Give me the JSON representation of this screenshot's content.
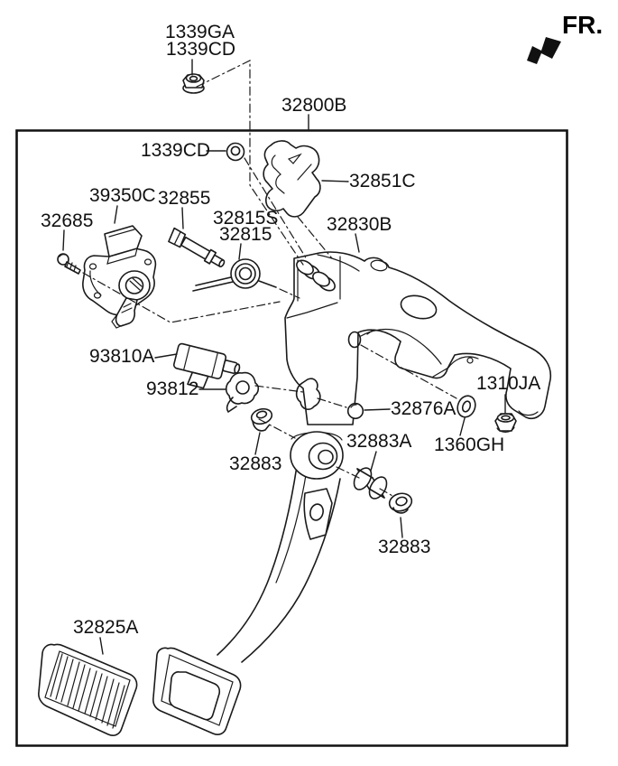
{
  "diagram": {
    "fr_label": "FR.",
    "colors": {
      "line": "#1a1a1a",
      "background": "#ffffff",
      "text": "#111111"
    },
    "part_labels": [
      {
        "text": "1339GA"
      },
      {
        "text": "1339CD"
      },
      {
        "text": "32800B"
      },
      {
        "text": "1339CD"
      },
      {
        "text": "32851C"
      },
      {
        "text": "39350C"
      },
      {
        "text": "32855"
      },
      {
        "text": "32685"
      },
      {
        "text": "32815S"
      },
      {
        "text": "32815"
      },
      {
        "text": "32830B"
      },
      {
        "text": "93810A"
      },
      {
        "text": "93812"
      },
      {
        "text": "1310JA"
      },
      {
        "text": "32876A"
      },
      {
        "text": "1360GH"
      },
      {
        "text": "32883"
      },
      {
        "text": "32883A"
      },
      {
        "text": "32883"
      },
      {
        "text": "32825A"
      }
    ]
  }
}
